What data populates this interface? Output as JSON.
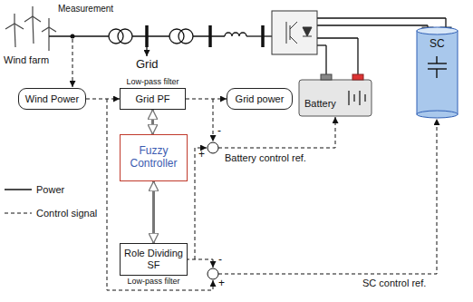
{
  "diagram": {
    "nodes": [
      {
        "text": [
          "Wind Power"
        ]
      },
      {
        "text": [
          "Low-pass filter",
          "Grid PF"
        ]
      },
      {
        "text": [
          "Grid power"
        ]
      },
      {
        "text": [
          "Fuzzy Controller"
        ]
      },
      {
        "text": [
          "Role Dividing SF",
          "Low-pass filter"
        ]
      }
    ],
    "edges": [
      {
        "from": 0,
        "to": 1,
        "arrow": "to"
      },
      {
        "from": 1,
        "to": 2,
        "arrow": "to"
      },
      {
        "from": 3,
        "to": 1,
        "arrow": "both"
      },
      {
        "from": 3,
        "to": 4,
        "arrow": "both"
      }
    ],
    "labels": [
      "Measurement",
      "Wind farm",
      "Grid",
      "Battery",
      "SC",
      "-",
      "+",
      "Battery control ref.",
      "-",
      "+",
      "SC control ref."
    ],
    "legend": [
      {
        "text": "Power"
      },
      {
        "text": "Control signal"
      }
    ]
  }
}
